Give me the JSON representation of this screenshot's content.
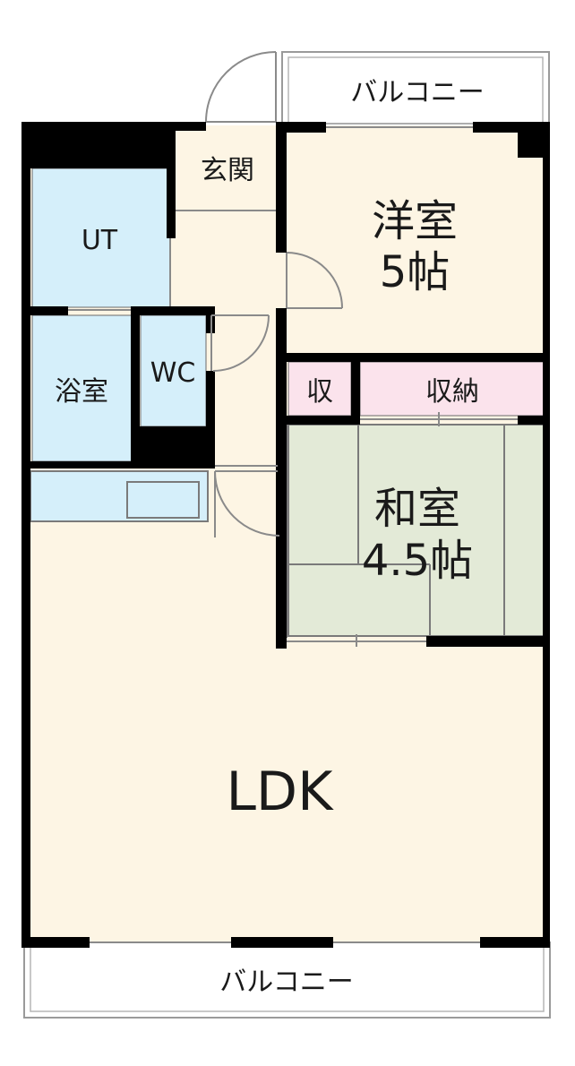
{
  "rooms": {
    "balcony_top": "バルコニー",
    "genkan": "玄関",
    "yoshitsu_name": "洋室",
    "yoshitsu_size": "5帖",
    "ut": "UT",
    "wc": "WC",
    "yokushitsu": "浴室",
    "shu": "収",
    "shuno": "収納",
    "washitsu_name": "和室",
    "washitsu_size": "4.5帖",
    "ldk": "LDK",
    "balcony_bottom": "バルコニー"
  },
  "colors": {
    "wall": "#000000",
    "floor": "#fdf5e4",
    "wet_area": "#d5effa",
    "storage": "#fbe3ec",
    "tatami": "#e3ead7",
    "balcony": "#ffffff"
  }
}
